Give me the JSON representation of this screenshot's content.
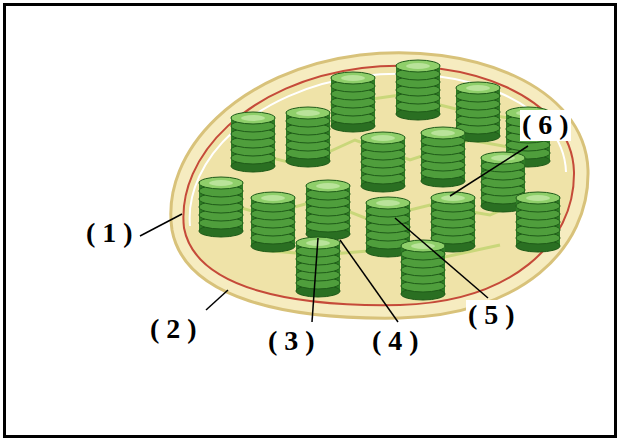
{
  "diagram": {
    "labels": [
      "( 1 )",
      "( 2 )",
      "( 3 )",
      "( 4 )",
      "( 5 )",
      "( 6 )"
    ]
  }
}
